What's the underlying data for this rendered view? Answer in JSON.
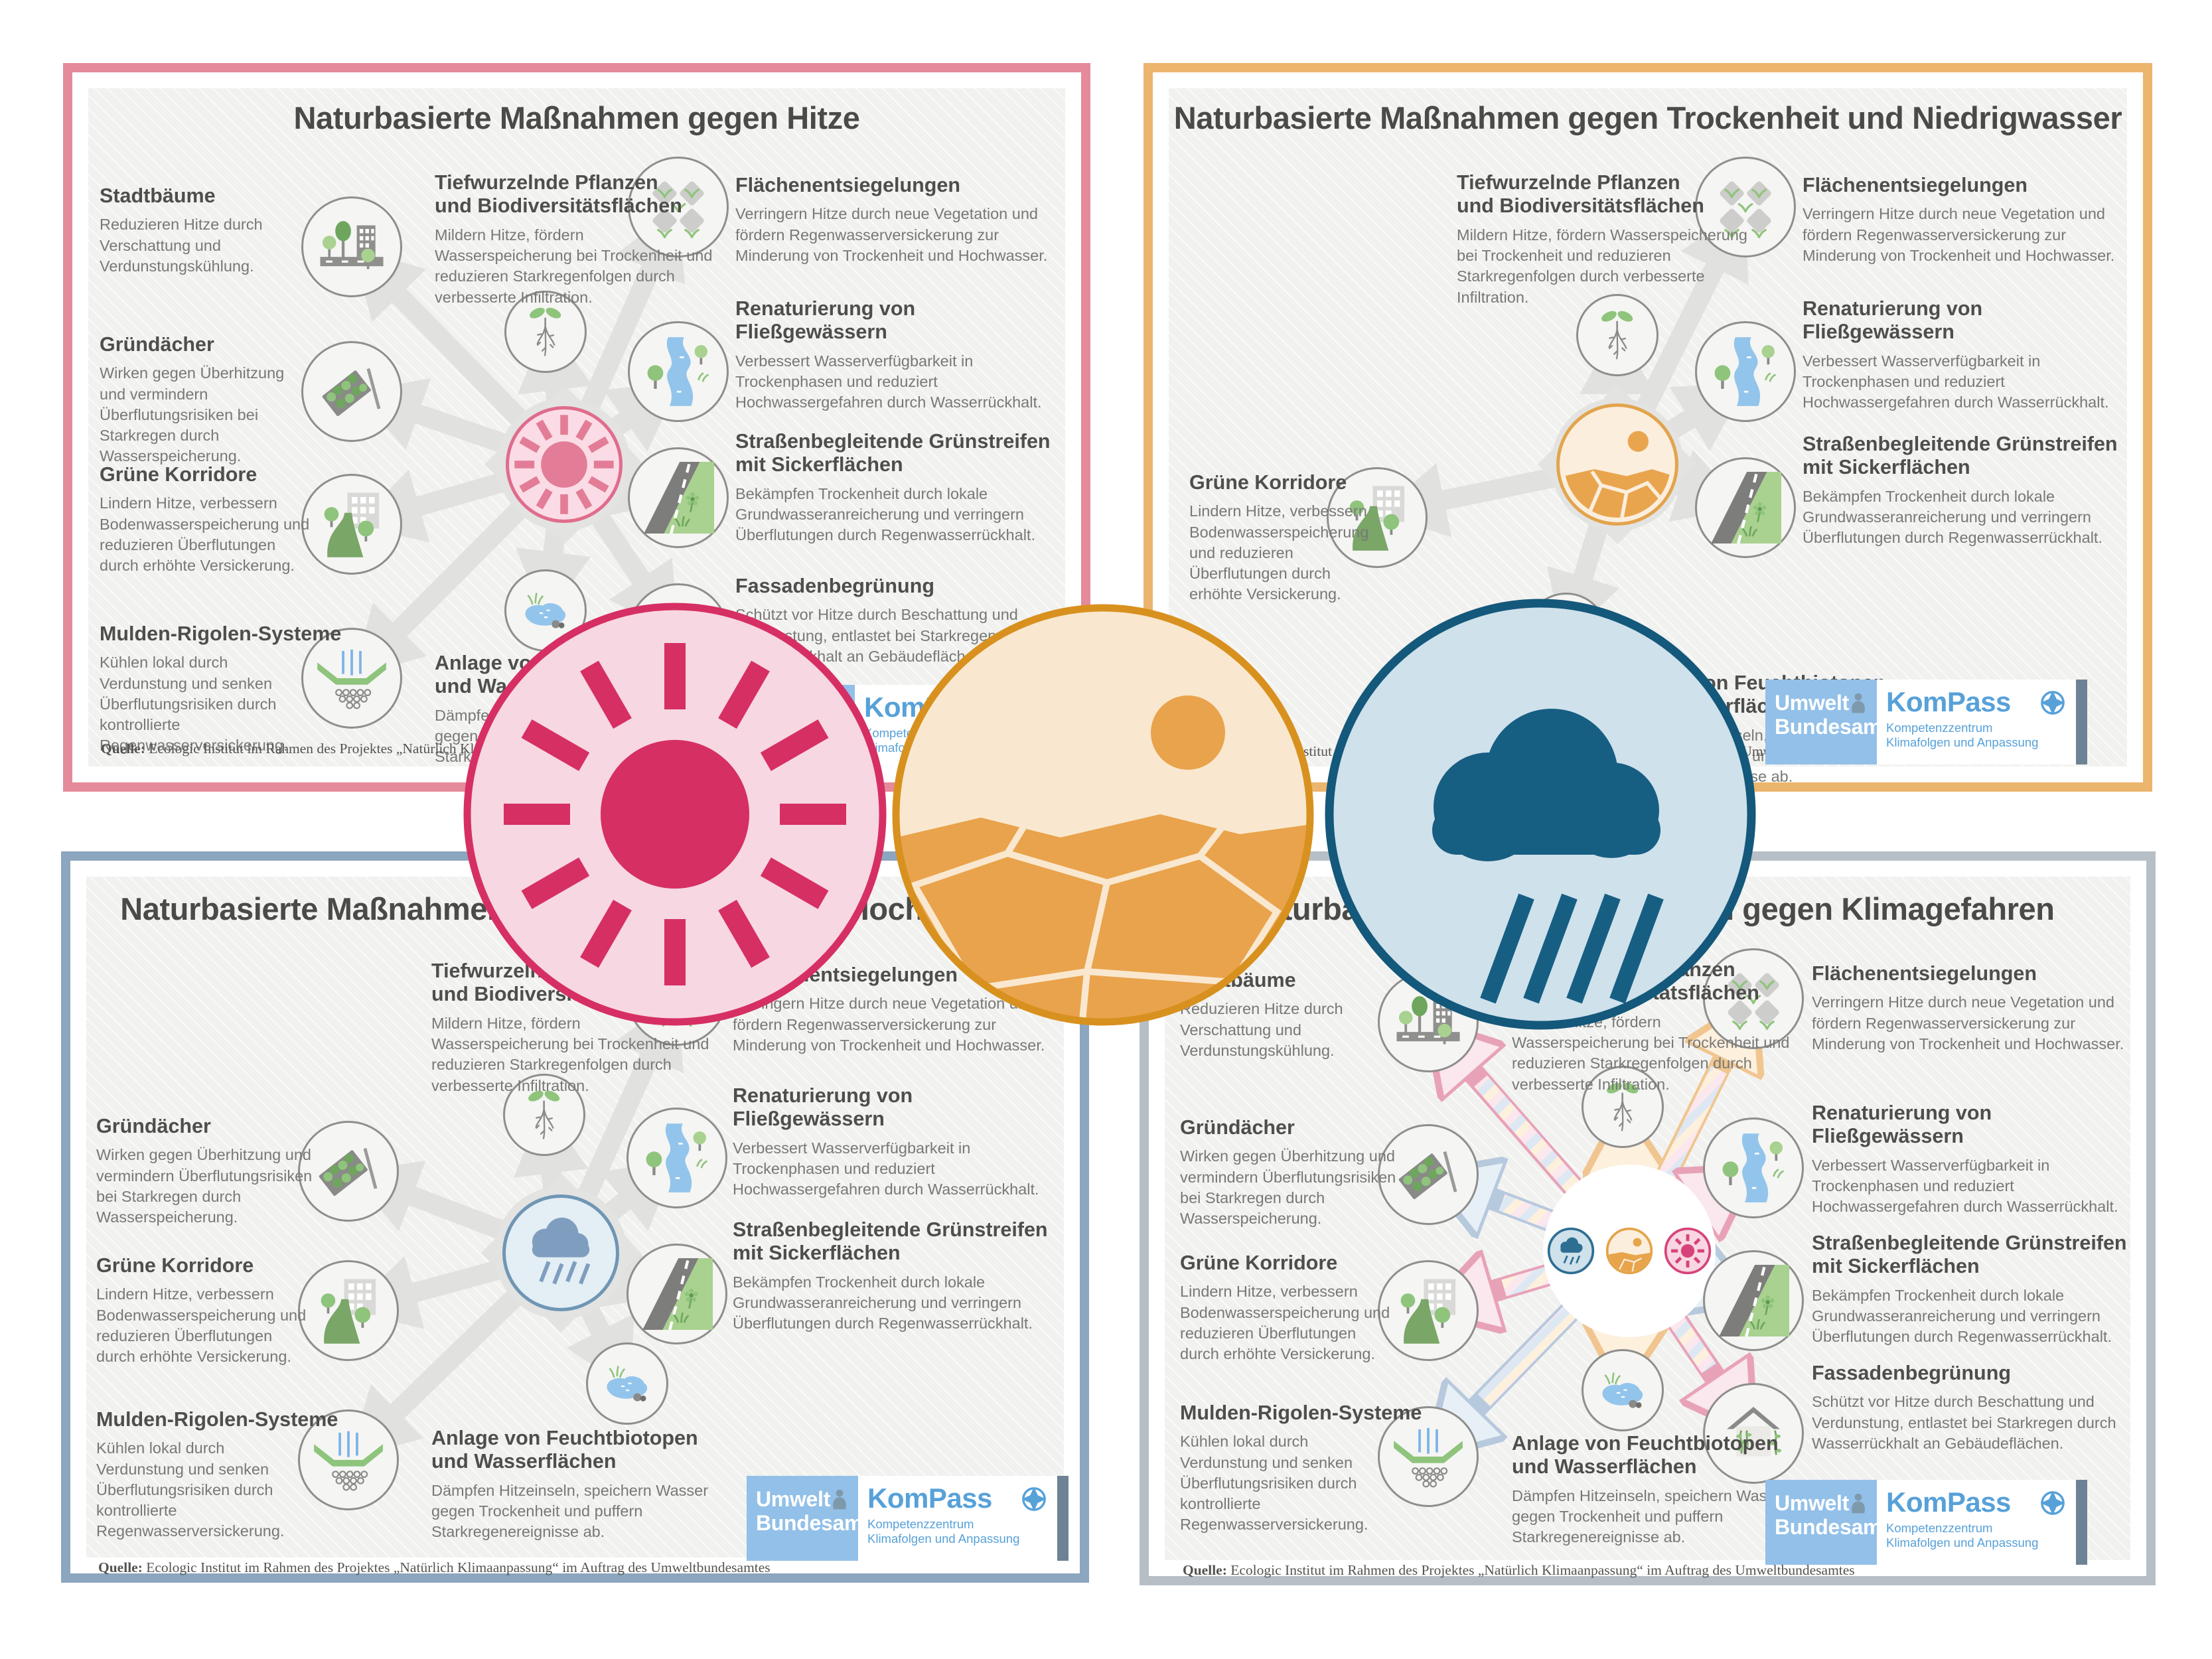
{
  "titles": {
    "hitze": "Naturbasierte Maßnahmen gegen Hitze",
    "trockenheit": "Naturbasierte Maßnahmen gegen Trockenheit und Niedrigwasser",
    "starkregen": "Naturbasierte Maßnahmen gegen Starkregen und Hochwasser",
    "klimagefahren": "Naturbasierte Maßnahmen wirken gegen Klimagefahren"
  },
  "measures": {
    "stadtbaeume": {
      "heading": "Stadtbäume",
      "body": "Reduzieren Hitze durch Verschattung und Verdunstungskühlung.",
      "icon": "city-trees-icon"
    },
    "gruendaecher": {
      "heading": "Gründächer",
      "body": "Wirken gegen Überhitzung und vermindern Überflutungsrisiken bei Starkregen durch Wasserspeicherung.",
      "icon": "green-roof-icon"
    },
    "gruene_korridore": {
      "heading": "Grüne Korridore",
      "body": "Lindern Hitze, verbessern Bodenwasserspeicherung und reduzieren Überflutungen durch erhöhte Versickerung.",
      "icon": "green-corridor-icon"
    },
    "mulden_rigolen": {
      "heading": "Mulden-Rigolen-Systeme",
      "body": "Kühlen lokal durch Verdunstung und senken Überflutungsrisiken durch kontrollierte Regenwasserversickerung.",
      "icon": "swale-icon"
    },
    "tiefwurzelnde": {
      "heading": "Tiefwurzelnde Pflanzen und Biodiversitätsflächen",
      "body": "Mildern Hitze, fördern Wasserspeicherung bei Trockenheit und reduzieren Starkregenfolgen durch verbesserte Infiltration.",
      "icon": "seedling-roots-icon"
    },
    "feuchtbiotope": {
      "heading": "Anlage von Feuchtbiotopen und Wasserflächen",
      "body": "Dämpfen Hitzeinseln, speichern Wasser gegen Trockenheit und puffern Starkregenereignisse ab.",
      "icon": "pond-icon"
    },
    "flaechenentsiegelung": {
      "heading": "Flächenentsiegelungen",
      "body": "Verringern Hitze durch neue Vegetation und fördern Regenwasserversickerung zur Minderung von Trockenheit und Hochwasser.",
      "icon": "pavers-icon"
    },
    "renaturierung": {
      "heading": "Renaturierung von Fließgewässern",
      "body": "Verbessert Wasserverfügbarkeit in Trockenphasen und reduziert Hochwassergefahren durch Wasserrückhalt.",
      "icon": "river-icon"
    },
    "gruenstreifen": {
      "heading": "Straßenbegleitende Grünstreifen mit Sickerflächen",
      "body": "Bekämpfen Trockenheit durch lokale Grundwasseranreicherung und verringern Überflutungen durch Regenwasserrückhalt.",
      "icon": "roadside-green-icon"
    },
    "fassadenbegruenung": {
      "heading": "Fassadenbegrünung",
      "body": "Schützt vor Hitze durch Beschattung und Verdunstung, entlastet bei Starkregen durch Wasserrückhalt an Gebäudeflächen.",
      "icon": "greened-facade-icon"
    }
  },
  "source": {
    "label": "Quelle:",
    "text": " Ecologic Institut im Rahmen des Projektes „Natürlich Klimaanpassung“ im Auftrag des Umweltbundesamtes"
  },
  "logos": {
    "uba": {
      "line1": "Umwelt",
      "line2": "Bundesamt"
    },
    "kompass": {
      "name": "KomPass",
      "sub1": "Kompetenzzentrum",
      "sub2": "Klimafolgen und Anpassung"
    }
  },
  "hazard_icons": {
    "heat": "sun-icon",
    "drought": "cracked-earth-icon",
    "heavy_rain": "rain-cloud-icon"
  },
  "colors": {
    "heat_accent": "#d62f63",
    "heat_fill": "#f7d7e2",
    "heat_poster_border": "#e58a9b",
    "drought_accent": "#d8911f",
    "drought_fill": "#f9e8cf",
    "drought_orange": "#e9a34c",
    "drought_poster_border": "#ecb56d",
    "rain_accent": "#17597d",
    "rain_fill": "#cfe1eb",
    "rain_poster_border": "#8ba6be",
    "klima_poster_border": "#b7bfc6",
    "uba_blue": "#92c0e8",
    "kompass_blue": "#57a1d9",
    "arrow_gray": "#e1e1e0"
  }
}
